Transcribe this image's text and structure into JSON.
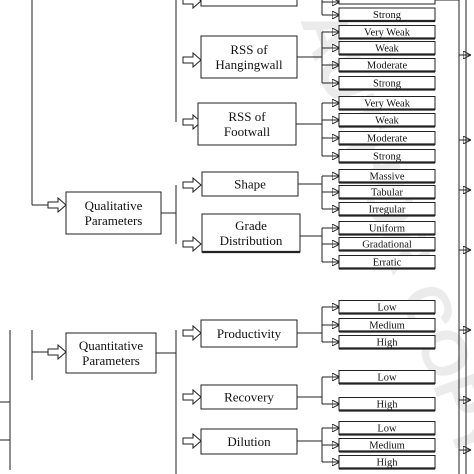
{
  "groups": {
    "qualitative": "Qualitative Parameters",
    "quantitative": "Quantitative Parameters"
  },
  "parameters": {
    "rss_hanging": "RSS of Hangingwall",
    "rss_foot": "RSS of Footwall",
    "shape": "Shape",
    "grade": "Grade Distribution",
    "productivity": "Productivity",
    "recovery": "Recovery",
    "dilution": "Dilution"
  },
  "options": {
    "top_strong": "Strong",
    "hw": [
      "Very Weak",
      "Weak",
      "Moderate",
      "Strong"
    ],
    "fw": [
      "Very Weak",
      "Weak",
      "Moderate",
      "Strong"
    ],
    "shape": [
      "Massive",
      "Tabular",
      "Irregular"
    ],
    "grade": [
      "Uniform",
      "Gradational",
      "Erratic"
    ],
    "productivity": [
      "Low",
      "Medium",
      "High"
    ],
    "recovery": [
      "Low",
      "High"
    ],
    "dilution": [
      "Low",
      "Medium",
      "High"
    ]
  },
  "watermark": "AUTHOR COPY"
}
